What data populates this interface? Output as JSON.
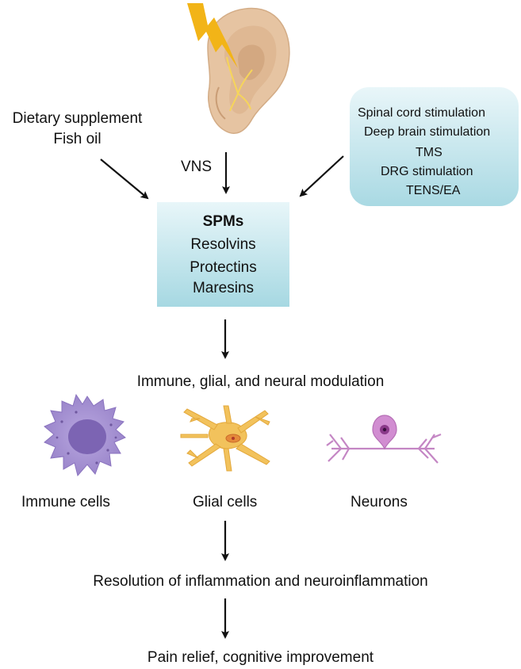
{
  "inputs": {
    "dietary": [
      "Dietary supplement",
      "Fish oil"
    ],
    "vns": "VNS",
    "stimulation": [
      "Spinal cord stimulation",
      "Deep brain stimulation",
      "TMS",
      "DRG stimulation",
      "TENS/EA"
    ]
  },
  "spm": {
    "title": "SPMs",
    "items": [
      "Resolvins",
      "Protectins",
      "Maresins"
    ]
  },
  "modulation": "Immune, glial, and neural modulation",
  "cells": {
    "immune": "Immune cells",
    "glial": "Glial cells",
    "neurons": "Neurons"
  },
  "resolution": "Resolution of inflammation and neuroinflammation",
  "outcome": "Pain relief, cognitive improvement",
  "colors": {
    "box_top": "#e8f6f9",
    "box_bottom": "#a6d8e2",
    "lightning": "#f2b417",
    "ear": "#e6c4a2",
    "immune": "#a48fd0",
    "glial": "#f2c25c",
    "neuron": "#c486c4"
  }
}
